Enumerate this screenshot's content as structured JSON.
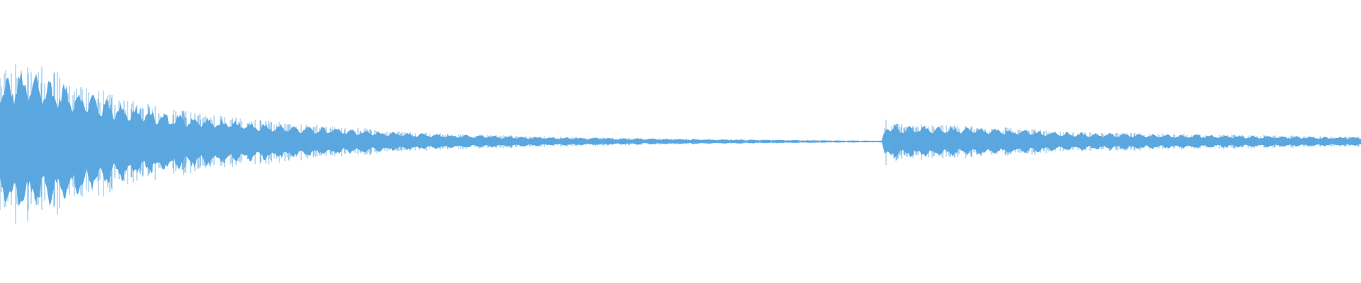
{
  "waveform": {
    "color": "#5ba7e0",
    "background": "#ffffff",
    "amplitude_envelope": [
      [
        0.0,
        0.4
      ],
      [
        0.008,
        0.43
      ],
      [
        0.013,
        0.48
      ],
      [
        0.02,
        0.44
      ],
      [
        0.03,
        0.44
      ],
      [
        0.04,
        0.4
      ],
      [
        0.05,
        0.37
      ],
      [
        0.06,
        0.34
      ],
      [
        0.07,
        0.31
      ],
      [
        0.08,
        0.28
      ],
      [
        0.09,
        0.25
      ],
      [
        0.1,
        0.23
      ],
      [
        0.11,
        0.21
      ],
      [
        0.12,
        0.19
      ],
      [
        0.14,
        0.17
      ],
      [
        0.16,
        0.15
      ],
      [
        0.18,
        0.13
      ],
      [
        0.2,
        0.12
      ],
      [
        0.22,
        0.1
      ],
      [
        0.24,
        0.09
      ],
      [
        0.26,
        0.08
      ],
      [
        0.28,
        0.065
      ],
      [
        0.3,
        0.055
      ],
      [
        0.33,
        0.045
      ],
      [
        0.36,
        0.038
      ],
      [
        0.4,
        0.03
      ],
      [
        0.45,
        0.022
      ],
      [
        0.5,
        0.016
      ],
      [
        0.55,
        0.012
      ],
      [
        0.6,
        0.008
      ],
      [
        0.64,
        0.006
      ],
      [
        0.648,
        0.006
      ],
      [
        0.651,
        0.13
      ],
      [
        0.655,
        0.11
      ],
      [
        0.66,
        0.1
      ],
      [
        0.7,
        0.095
      ],
      [
        0.72,
        0.085
      ],
      [
        0.74,
        0.08
      ],
      [
        0.76,
        0.07
      ],
      [
        0.78,
        0.06
      ],
      [
        0.8,
        0.055
      ],
      [
        0.83,
        0.05
      ],
      [
        0.86,
        0.045
      ],
      [
        0.9,
        0.04
      ],
      [
        0.94,
        0.035
      ],
      [
        0.97,
        0.03
      ],
      [
        1.0,
        0.028
      ]
    ],
    "pulse_rate": 95,
    "pulse_depth": 0.35
  }
}
